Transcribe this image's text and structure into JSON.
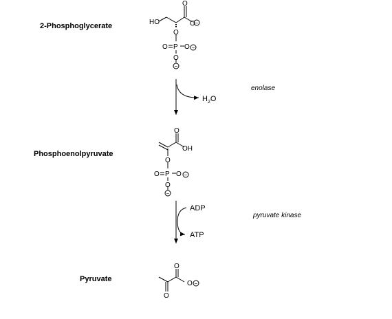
{
  "compounds": {
    "c1": "2-Phosphoglycerate",
    "c2": "Phosphoenolpyruvate",
    "c3": "Pyruvate"
  },
  "enzymes": {
    "e1": "enolase",
    "e2": "pyruvate kinase"
  },
  "cofactors": {
    "water": "H",
    "water_sub": "2",
    "water_o": "O",
    "adp": "ADP",
    "atp": "ATP"
  },
  "atoms": {
    "ho": "HO",
    "oh": "OH",
    "o": "O",
    "p": "P",
    "minus": "−"
  }
}
